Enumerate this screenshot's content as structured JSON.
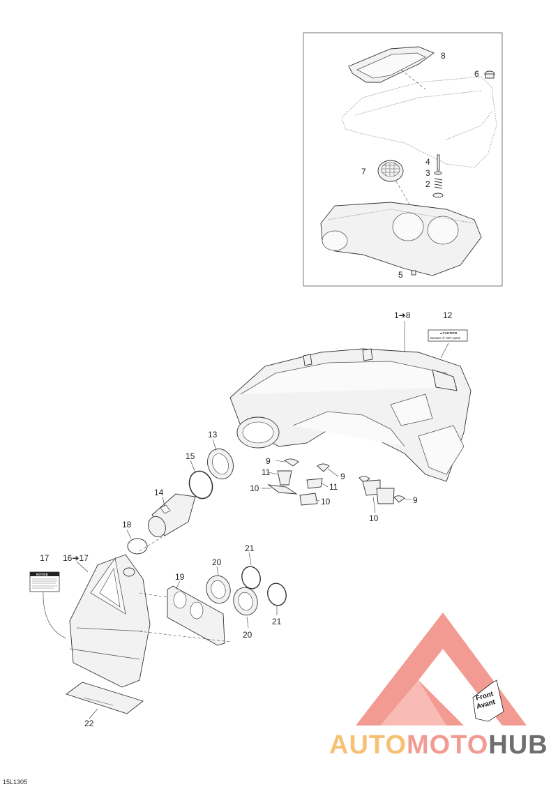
{
  "diagram_ref": "15L1305",
  "callouts": {
    "c1to8": "1➔8",
    "c2": "2",
    "c3": "3",
    "c4": "4",
    "c5": "5",
    "c6": "6",
    "c7": "7",
    "c8": "8",
    "c9a": "9",
    "c9b": "9",
    "c9c": "9",
    "c10a": "10",
    "c10b": "10",
    "c10c": "10",
    "c11a": "11",
    "c11b": "11",
    "c12": "12",
    "c13": "13",
    "c14": "14",
    "c15": "15",
    "c16to17": "16➔17",
    "c17": "17",
    "c18": "18",
    "c19": "19",
    "c20a": "20",
    "c20b": "20",
    "c21a": "21",
    "c21b": "21",
    "c22": "22"
  },
  "caution_label": {
    "heading": "▲CAUTION",
    "line": "Beware of HOT parts!"
  },
  "notice_label": {
    "heading": "NOTICE"
  },
  "front_arrow": {
    "line1": "Front",
    "line2": "Avant"
  },
  "watermark": {
    "part1": "AUTO",
    "part2": "MOTO",
    "part3": "HUB",
    "colors": {
      "triangle": "#f08a80",
      "auto": "#f5b75a",
      "moto": "#f08a80",
      "hub": "#555555"
    }
  }
}
